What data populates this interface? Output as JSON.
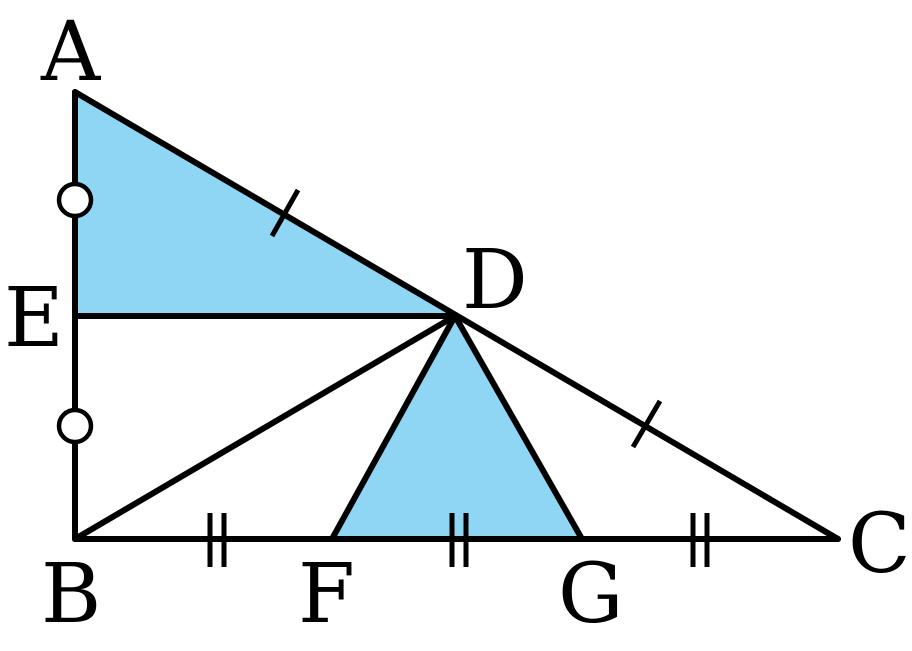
{
  "figure": {
    "fill_color": "#8fd6f5",
    "line_color": "#000000",
    "points": {
      "A": "A",
      "B": "B",
      "C": "C",
      "D": "D",
      "E": "E",
      "F": "F",
      "G": "G"
    }
  }
}
